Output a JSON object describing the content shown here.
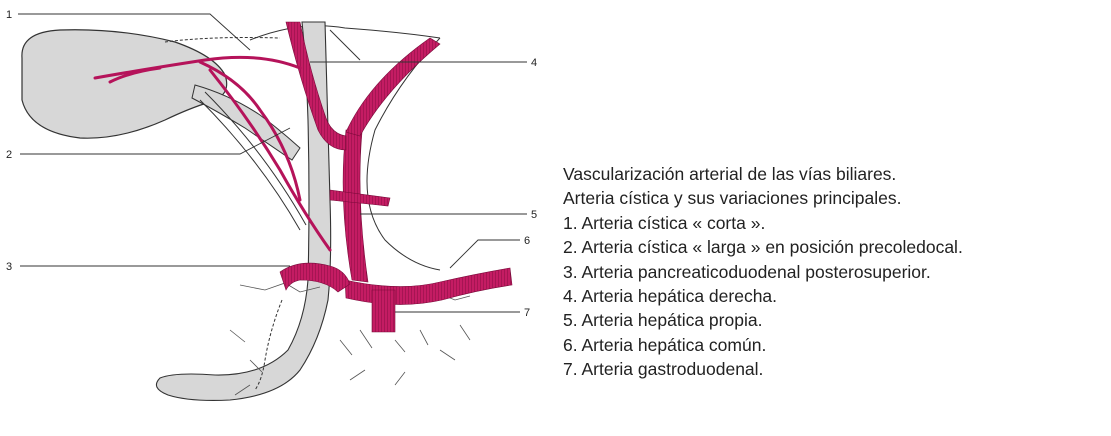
{
  "labels": [
    "1",
    "2",
    "3",
    "4",
    "5",
    "6",
    "7"
  ],
  "caption": {
    "title": "Vascularización arterial de las vías biliares.",
    "subtitle": "Arteria cística y sus variaciones principales.",
    "items": [
      "1. Arteria cística « corta ».",
      "2. Arteria cística « larga » en posición precoledocal.",
      "3. Arteria pancreaticoduodenal posterosuperior.",
      "4. Arteria hepática derecha.",
      "5. Arteria hepática propia.",
      "6. Arteria hepática común.",
      "7. Arteria gastroduodenal."
    ]
  },
  "colors": {
    "artery": "#b5135a",
    "duct": "#d7d7d7",
    "outline": "#333333",
    "text": "#222222"
  }
}
